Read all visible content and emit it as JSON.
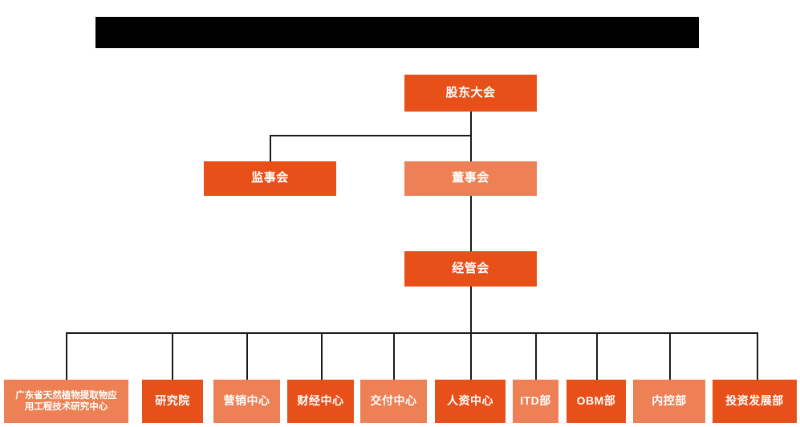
{
  "banner": {
    "name": "redacted-title-banner",
    "text": ""
  },
  "org_chart": {
    "type": "organization-hierarchy",
    "colors": {
      "dark_orange": "#E8501A",
      "light_orange": "#ED8055",
      "connector": "#1a1a1a",
      "banner": "#000000",
      "background": "#ffffff",
      "label_text": "#ffffff"
    },
    "levels": [
      {
        "level": 1,
        "nodes": [
          {
            "id": "shareholders",
            "label": "股东大会",
            "color": "dark"
          }
        ]
      },
      {
        "level": 2,
        "nodes": [
          {
            "id": "supervisors",
            "label": "监事会",
            "color": "dark"
          },
          {
            "id": "directors",
            "label": "董事会",
            "color": "light"
          }
        ]
      },
      {
        "level": 3,
        "nodes": [
          {
            "id": "management",
            "label": "经管会",
            "color": "dark"
          }
        ]
      },
      {
        "level": 4,
        "nodes": [
          {
            "id": "research-center",
            "label": "广东省天然植物提取物应用工程技术研究中心",
            "line1": "广东省天然植物提取物应",
            "line2": "用工程技术研究中心",
            "color": "light"
          },
          {
            "id": "research-institute",
            "label": "研究院",
            "color": "dark"
          },
          {
            "id": "marketing-center",
            "label": "营销中心",
            "color": "light"
          },
          {
            "id": "finance-center",
            "label": "财经中心",
            "color": "dark"
          },
          {
            "id": "delivery-center",
            "label": "交付中心",
            "color": "light"
          },
          {
            "id": "hr-center",
            "label": "人资中心",
            "color": "dark"
          },
          {
            "id": "itd-department",
            "label": "ITD部",
            "color": "light"
          },
          {
            "id": "obm-department",
            "label": "OBM部",
            "color": "dark"
          },
          {
            "id": "internal-control",
            "label": "内控部",
            "color": "light"
          },
          {
            "id": "investment-development",
            "label": "投资发展部",
            "color": "dark"
          }
        ]
      }
    ]
  }
}
